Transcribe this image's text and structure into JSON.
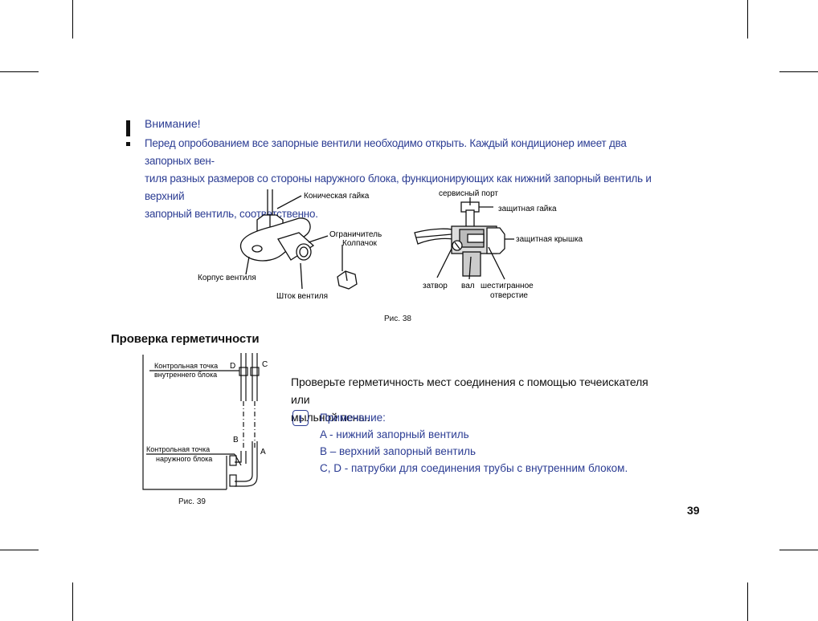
{
  "warning": {
    "title": "Внимание!",
    "lines": [
      "Перед опробованием все запорные вентили необходимо открыть. Каждый кондиционер имеет два запорных вен-",
      "тиля разных размеров со стороны наружного блока, функционирующих как нижний запорный вентиль и верхний",
      "запорный вентиль, соответственно."
    ]
  },
  "figure38": {
    "caption": "Рис. 38",
    "left_labels": {
      "flare_nut": "Коническая гайка",
      "limiter": "Ограничитель",
      "cap": "Колпачок",
      "valve_body": "Корпус вентиля",
      "valve_stem": "Шток вентиля"
    },
    "right_labels": {
      "service_port": "сервисный порт",
      "protective_nut": "защитная гайка",
      "protective_cap": "защитная крышка",
      "gate": "затвор",
      "shaft": "вал",
      "hex_hole_1": "шестигранное",
      "hex_hole_2": "отверстие"
    }
  },
  "section": {
    "title": "Проверка герметичности"
  },
  "figure39": {
    "caption": "Рис. 39",
    "indoor_point_1": "Контрольная точка",
    "indoor_point_2": "внутреннего блока",
    "outdoor_point_1": "Контрольная точка",
    "outdoor_point_2": "наружного блока",
    "letter_a": "A",
    "letter_b": "B",
    "letter_c": "C",
    "letter_d": "D"
  },
  "check": {
    "line1": "Проверьте герметичность мест соединения с помощью течеискателя или",
    "line2": "мыльной пены.",
    "note_icon": "!",
    "note_title": "Примечание:",
    "note_items": [
      "A - нижний запорный вентиль",
      "B – верхний запорный вентиль",
      "C, D -  патрубки для соединения трубы с внутренним блоком."
    ]
  },
  "page_number": "39"
}
